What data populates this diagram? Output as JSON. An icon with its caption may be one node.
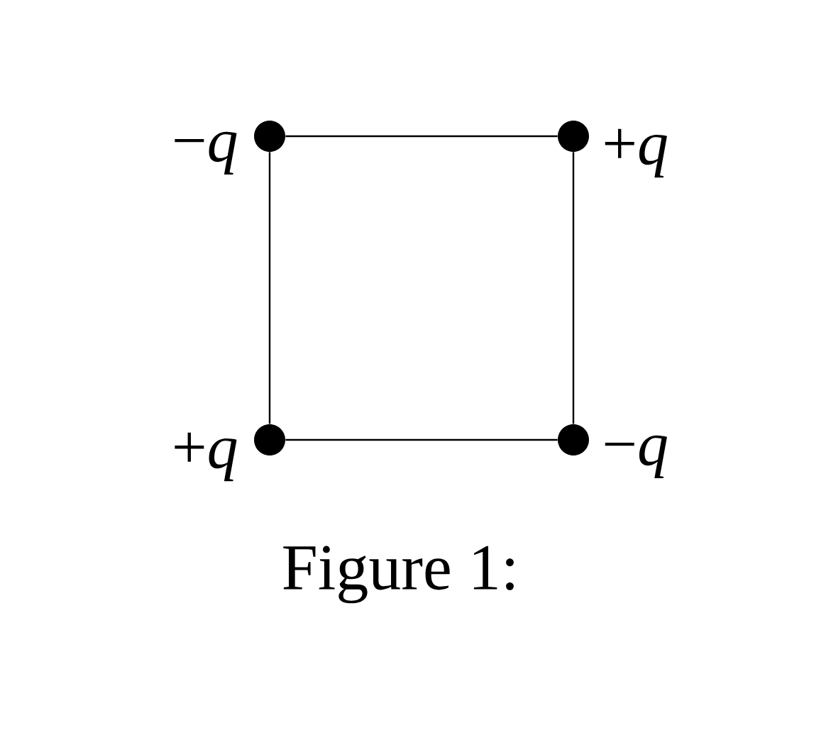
{
  "diagram": {
    "caption": "Figure 1:",
    "nodes": [
      {
        "text": [],
        "shape": "circle",
        "beside": [
          "−*q*"
        ]
      },
      {
        "text": [],
        "shape": "circle",
        "beside": [
          "+*q*"
        ]
      },
      {
        "text": [],
        "shape": "circle",
        "beside": [
          "+*q*"
        ]
      },
      {
        "text": [],
        "shape": "circle",
        "beside": [
          "−*q*"
        ]
      }
    ],
    "edges": [
      {
        "from": 0,
        "to": 1,
        "arrow": "none"
      },
      {
        "from": 1,
        "to": 3,
        "arrow": "none"
      },
      {
        "from": 3,
        "to": 2,
        "arrow": "none"
      },
      {
        "from": 2,
        "to": 0,
        "arrow": "none"
      }
    ]
  }
}
